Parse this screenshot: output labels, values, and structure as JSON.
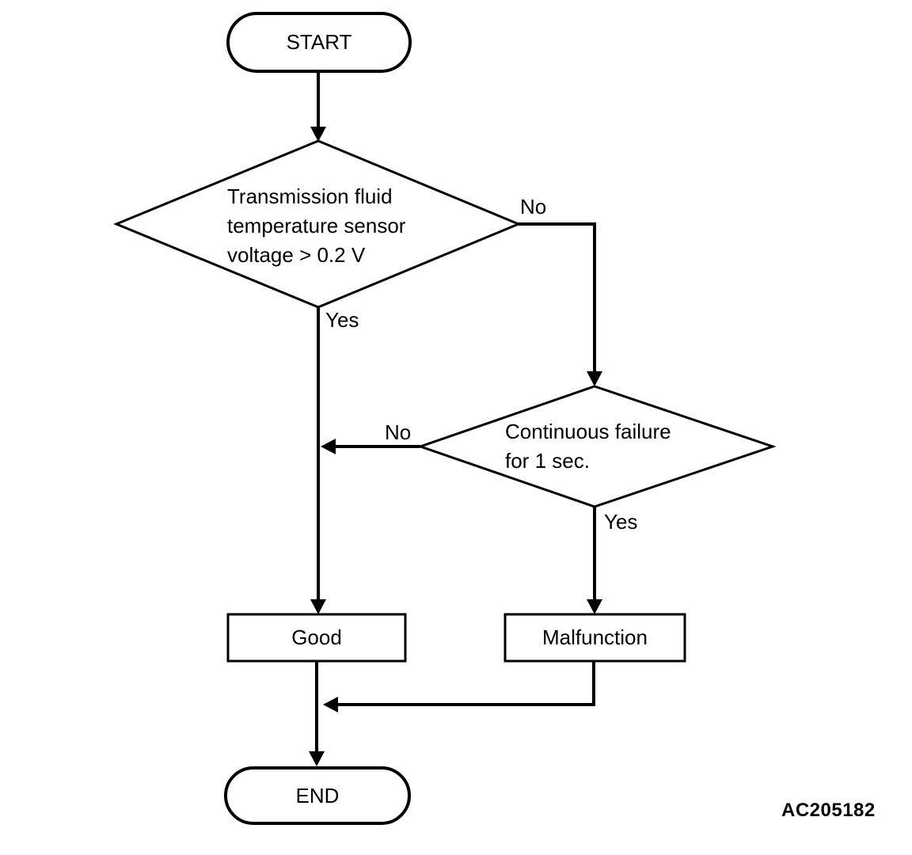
{
  "figure_code": "AC205182",
  "colors": {
    "line": "#000000",
    "background": "#ffffff",
    "shape_fill": "#ffffff"
  },
  "flowchart": {
    "start": {
      "label": "START"
    },
    "decision1": {
      "label": "Transmission fluid\ntemperature sensor\nvoltage > 0.2 V",
      "no_label": "No",
      "yes_label": "Yes"
    },
    "decision2": {
      "label": "Continuous failure\nfor 1 sec.",
      "no_label": "No",
      "yes_label": "Yes"
    },
    "good": {
      "label": "Good"
    },
    "malfunction": {
      "label": "Malfunction"
    },
    "end": {
      "label": "END"
    }
  }
}
